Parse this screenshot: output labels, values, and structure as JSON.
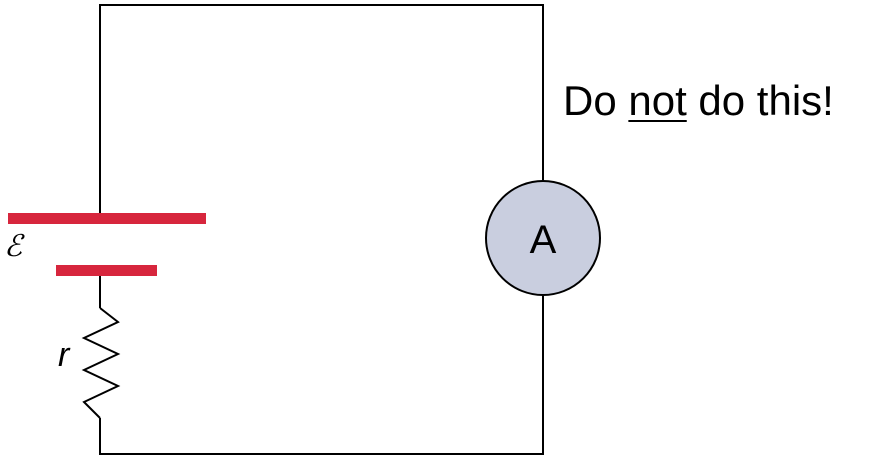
{
  "circuit": {
    "emf_label": "ℰ",
    "resistance_label": "r",
    "ammeter_label": "A",
    "note": {
      "before": "Do ",
      "emphasis": "not",
      "after": " do this!"
    }
  },
  "colors": {
    "battery_plate": "#d7263d",
    "ammeter_fill": "#c9cedf",
    "wire": "#000000"
  }
}
